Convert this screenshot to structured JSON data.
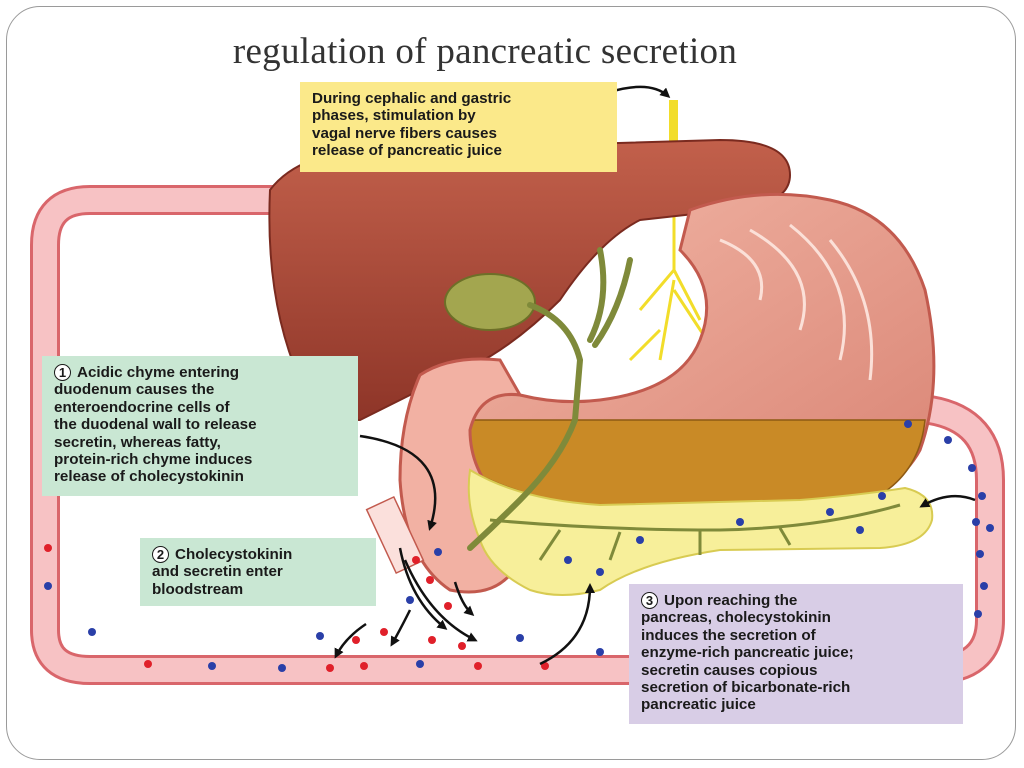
{
  "title": "regulation of pancreatic secretion",
  "callouts": {
    "vagal": {
      "lines": [
        "During cephalic and gastric",
        "phases, stimulation by",
        "vagal nerve fibers causes",
        "release of pancreatic juice"
      ]
    },
    "step1": {
      "number": "1",
      "lines": [
        "Acidic chyme entering",
        "duodenum causes the",
        "enteroendocrine cells of",
        "the duodenal wall to release",
        "secretin, whereas fatty,",
        "protein-rich chyme induces",
        "release of cholecystokinin"
      ]
    },
    "step2": {
      "number": "2",
      "lines": [
        "Cholecystokinin",
        "and secretin enter",
        "bloodstream"
      ]
    },
    "step3": {
      "number": "3",
      "lines": [
        "Upon reaching the",
        "pancreas, cholecystokinin",
        "induces the secretion of",
        "enzyme-rich pancreatic juice;",
        "secretin causes copious",
        "secretion of bicarbonate-rich",
        "pancreatic juice"
      ]
    }
  },
  "colors": {
    "blood_vessel": "#f2a3a6",
    "liver": "#b04a3a",
    "stomach": "#e39a8c",
    "gallbladder": "#a3a64f",
    "pancreas": "#f7ef9a",
    "nerve": "#f2dd2a",
    "cck_dot": "#e0202a",
    "secretin_dot": "#2a3fa8",
    "chyme": "#c98a26"
  }
}
